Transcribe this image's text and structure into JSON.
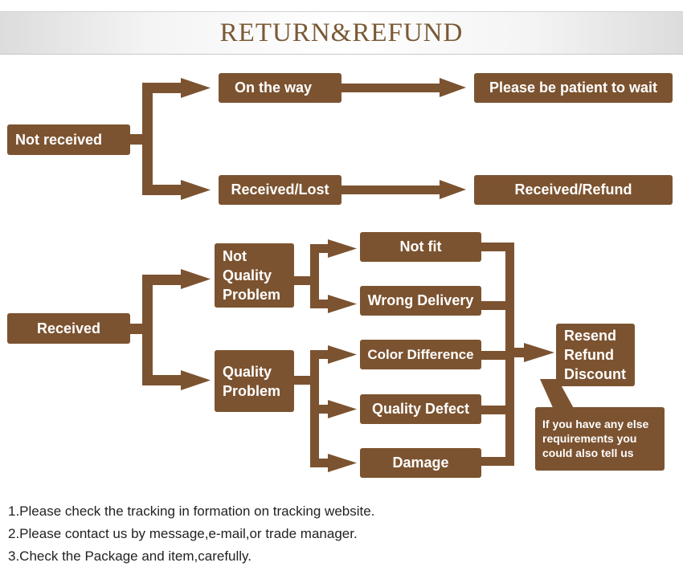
{
  "title": "RETURN&REFUND",
  "colors": {
    "box": "#7c5330",
    "text": "#ffffff",
    "title": "#7a5a36"
  },
  "not_received": {
    "label": "Not received",
    "on_the_way": "On  the way",
    "please_wait": "Please be patient to wait",
    "received_lost": "Received/Lost",
    "received_refund": "Received/Refund"
  },
  "received": {
    "label": "Received",
    "not_quality": {
      "lines": [
        "Not",
        "Quality",
        "Problem"
      ]
    },
    "quality": {
      "lines": [
        "Quality",
        "Problem"
      ]
    },
    "not_fit": "Not fit",
    "wrong_delivery": "Wrong Delivery",
    "color_difference": "Color Difference",
    "quality_defect": "Quality Defect",
    "damage": "Damage",
    "outcome": {
      "lines": [
        "Resend",
        "Refund",
        "Discount"
      ]
    },
    "note": {
      "lines": [
        "If you have any else",
        "requirements you",
        "could also tell us"
      ]
    }
  },
  "footer": [
    "1.Please check the tracking in formation on tracking website.",
    "2.Please contact us by message,e-mail,or trade manager.",
    "3.Check the Package and item,carefully."
  ]
}
